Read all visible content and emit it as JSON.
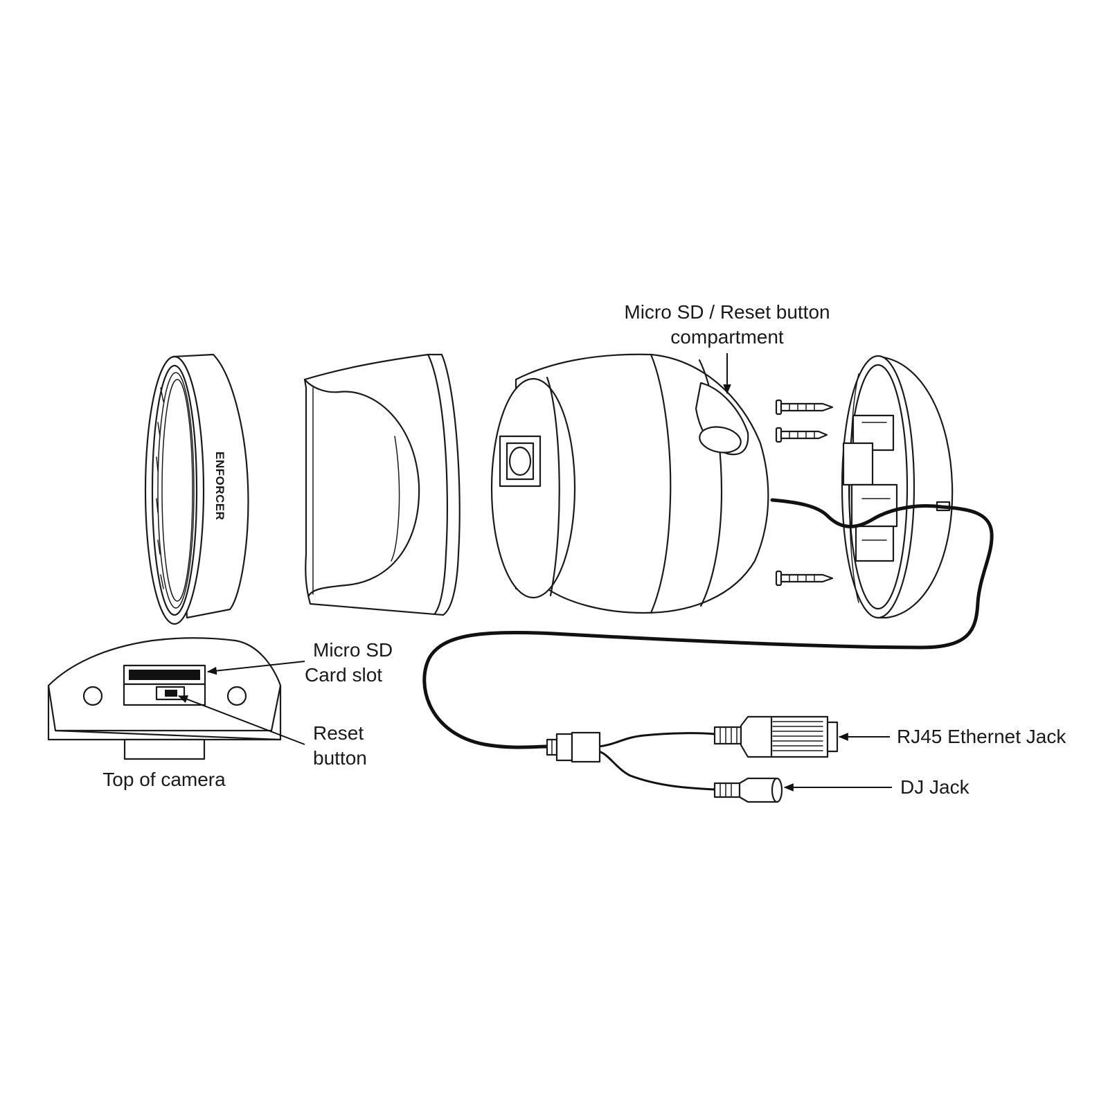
{
  "labels": {
    "compartment_line1": "Micro SD / Reset button",
    "compartment_line2": "compartment",
    "microsd_line1": "Micro SD",
    "microsd_line2": "Card slot",
    "reset_line1": "Reset",
    "reset_line2": "button",
    "top_of_camera": "Top of camera",
    "rj45": "RJ45 Ethernet Jack",
    "dj": "DJ Jack"
  },
  "brand_mark": "ENFORCER",
  "colors": {
    "ink": "#1a1a1a",
    "paper": "#ffffff"
  }
}
